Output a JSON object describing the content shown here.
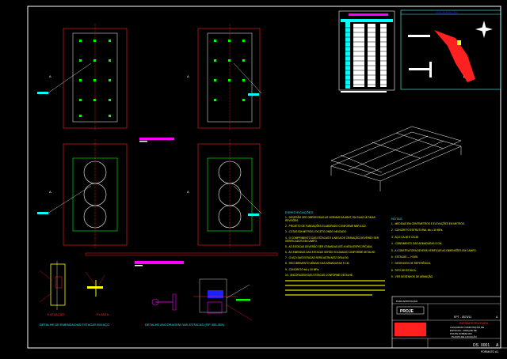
{
  "drawing": {
    "colors": {
      "background": "#000000",
      "frame": "#ffffff",
      "structure": "#ff2020",
      "piles": "#00ff00",
      "notes": "#ffff00",
      "labels": "#00ffff",
      "highlight": "#ff00ff"
    },
    "plan_labels": {
      "a1": "A",
      "a2": "A",
      "a3": "A",
      "a4": "A"
    },
    "details": {
      "elevation_label": "ELEVAÇÃO",
      "plan_label": "PLANTA",
      "splice_title": "DETALHE DE EMENDA DAS ESTACAS EM AÇO",
      "anchorage_title": "DETALHE ANCORAGEM DAS ESTACAS (TIP 305-305)"
    },
    "notes_left": {
      "heading": "ESPECIFICAÇÕES",
      "items": [
        "1 - DEVERÃO SER OBEDECIDAS AS NORMAS DA ABNT, EM SUAS ÚLTIMAS REVISÕES.",
        "2 - PROJETO DE FUNDAÇÕES ELABORADO CONFORME NBR 6122.",
        "3 - COTAS EM METROS, EXCETO ONDE INDICADO.",
        "4 - O COMPRIMENTO DAS ESTACAS E A NEGA DE CRAVAÇÃO DEVERÃO SER VERIFICADOS EM CAMPO.",
        "5 - AS ESTACAS DEVERÃO SER CRAVADAS ATÉ A NEGA ESPECIFICADA.",
        "6 - AS EMENDAS DAS ESTACAS SERÃO SOLDADAS CONFORME DETALHE.",
        "7 - O AÇO DAS ESTACAS SERÁ ASTM A572 GRAU 50.",
        "8 - RECOBRIMENTO MÍNIMO DAS ARMADURAS 5 CM.",
        "9 - CONCRETO fck ≥ 30 MPa.",
        "10 - ANCORAGEM DAS ESTACAS CONFORME DETALHE."
      ]
    },
    "notes_right": {
      "heading": "NOTAS",
      "items": [
        "1 - MEDIDAS EM CENTÍMETROS E ELEVAÇÕES EM METROS.",
        "2 - CONCRETO ESTRUTURAL fck ≥ 30 MPa.",
        "3 - AÇO CA-50 E CA-60.",
        "4 - COBRIMENTO DAS ARMADURAS 5 CM.",
        "5 - A CONSTRUTORA DEVERÁ VERIFICAR AS DIMENSÕES EM CAMPO.",
        "6 - ESTACAS — H 305.",
        "7 - DESENHOS DE REFERÊNCIA.",
        "8 - TIPO DE ESTACA.",
        "9 - VER DESENHOS DE ARMAÇÃO."
      ]
    },
    "title_block": {
      "project_label": "PROJE",
      "revision_label": "PARA APROVAÇÃO",
      "doc_code": "EPT - 0570/11",
      "rev": "A",
      "title_red": "INFRAESTRUTURA",
      "title_lines": [
        "LANÇADOR COMPOSIÇÃO DE",
        "ESTACAS - PARQUE DE",
        "PONTE SOBRE RIO",
        "PLANTA DE LOCAÇÃO"
      ],
      "sheet_prefix": "DS",
      "sheet_number": "0001",
      "sheet_rev": "A",
      "format": "FORMATO A1"
    },
    "location_map": {
      "heading": "LOCALIZAÇÃO"
    }
  }
}
